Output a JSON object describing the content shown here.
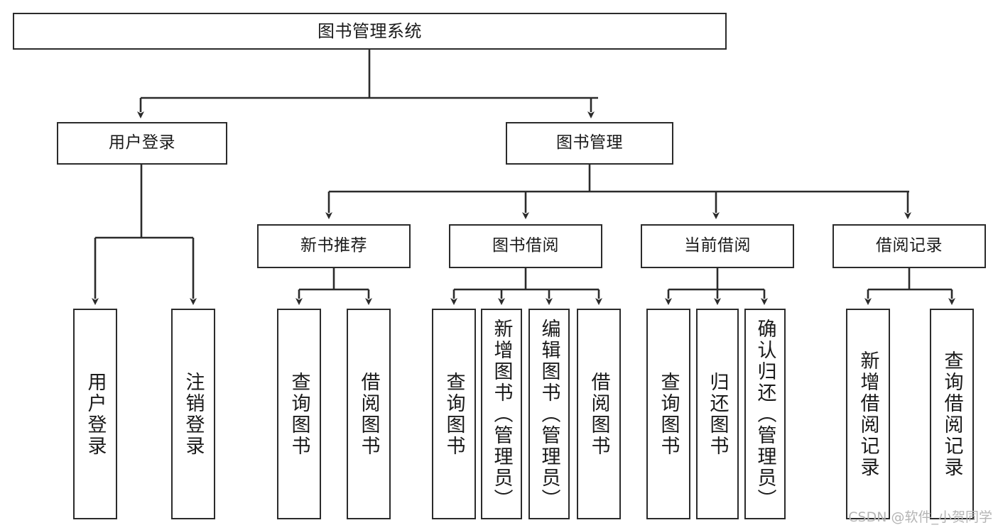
{
  "diagram": {
    "title": "图书管理系统",
    "type": "tree-hierarchy-diagram",
    "colors": {
      "box_border": "#2b2b2b",
      "box_fill": "#ffffff",
      "edge": "#2b2b2b",
      "text": "#1a1a1a",
      "watermark": "#b4b4b4",
      "background": "#ffffff"
    },
    "nodes": {
      "root": {
        "label": "图书管理系统"
      },
      "level1": [
        {
          "label": "用户登录"
        },
        {
          "label": "图书管理"
        }
      ],
      "level2": [
        {
          "label": "新书推荐"
        },
        {
          "label": "图书借阅"
        },
        {
          "label": "当前借阅"
        },
        {
          "label": "借阅记录"
        }
      ],
      "leaves_user_login": [
        {
          "label": "用户登录"
        },
        {
          "label": "注销登录"
        }
      ],
      "leaves_new_book": [
        {
          "label": "查询图书"
        },
        {
          "label": "借阅图书"
        }
      ],
      "leaves_borrow": [
        {
          "label": "查询图书"
        },
        {
          "label": "新增图书（管理员）"
        },
        {
          "label": "编辑图书（管理员）"
        },
        {
          "label": "借阅图书"
        }
      ],
      "leaves_current": [
        {
          "label": "查询图书"
        },
        {
          "label": "归还图书"
        },
        {
          "label": "确认归还（管理员）"
        }
      ],
      "leaves_records": [
        {
          "label": "新增借阅记录"
        },
        {
          "label": "查询借阅记录"
        }
      ]
    },
    "watermark": "CSDN @软件_小贺同学"
  }
}
